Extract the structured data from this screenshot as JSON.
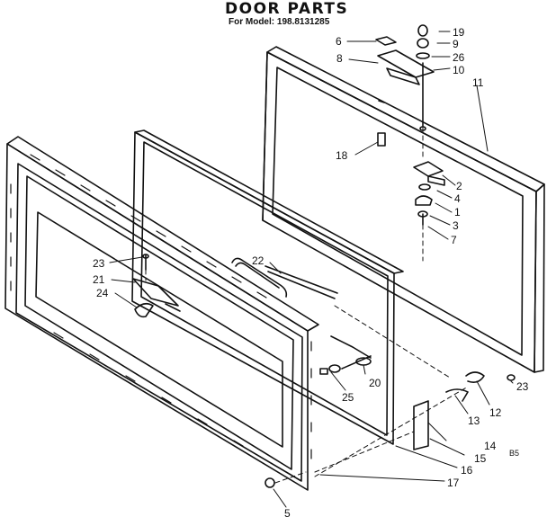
{
  "header": {
    "title": "DOOR PARTS",
    "subtitle": "For Model: 198.8131285"
  },
  "callouts": [
    "19",
    "9",
    "6",
    "26",
    "8",
    "10",
    "11",
    "18",
    "2",
    "4",
    "1",
    "3",
    "7",
    "23",
    "22",
    "21",
    "24",
    "25",
    "20",
    "23",
    "12",
    "13",
    "14",
    "15",
    "16",
    "17",
    "5"
  ],
  "corner_mark": "B5"
}
